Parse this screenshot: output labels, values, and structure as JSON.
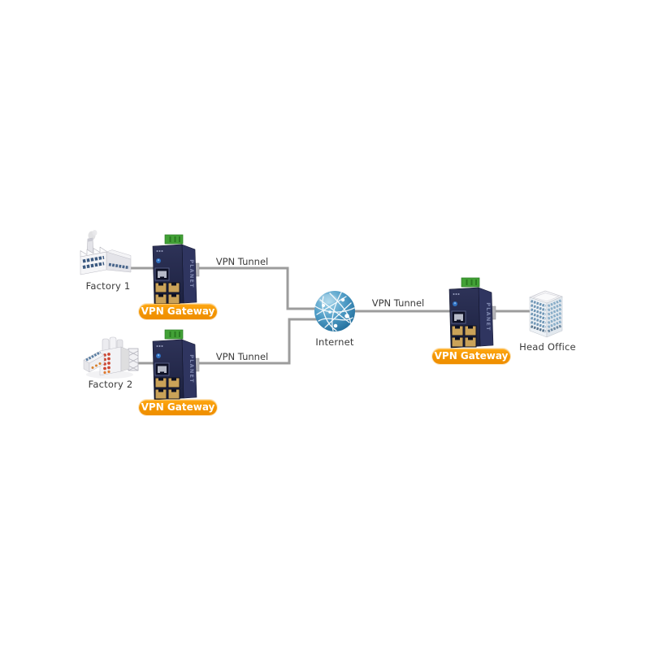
{
  "colors": {
    "background": "#ffffff",
    "connector_line": "#9c9c9c",
    "badge_orange": "#f39500",
    "label_text": "#3a3a3a",
    "device_navy": "#242a4e",
    "globe_blue": "#3d8cba"
  },
  "nodes": {
    "factory1": {
      "label": "Factory 1"
    },
    "factory2": {
      "label": "Factory 2"
    },
    "internet": {
      "label": "Internet"
    },
    "head_office": {
      "label": "Head Office"
    },
    "gateway_factory1": {
      "badge": "VPN Gateway",
      "brand": "PLANET"
    },
    "gateway_factory2": {
      "badge": "VPN Gateway",
      "brand": "PLANET"
    },
    "gateway_head_office": {
      "badge": "VPN Gateway",
      "brand": "PLANET"
    }
  },
  "links": {
    "tunnel_factory1": {
      "label": "VPN Tunnel"
    },
    "tunnel_factory2": {
      "label": "VPN Tunnel"
    },
    "tunnel_head_office": {
      "label": "VPN Tunnel"
    }
  }
}
